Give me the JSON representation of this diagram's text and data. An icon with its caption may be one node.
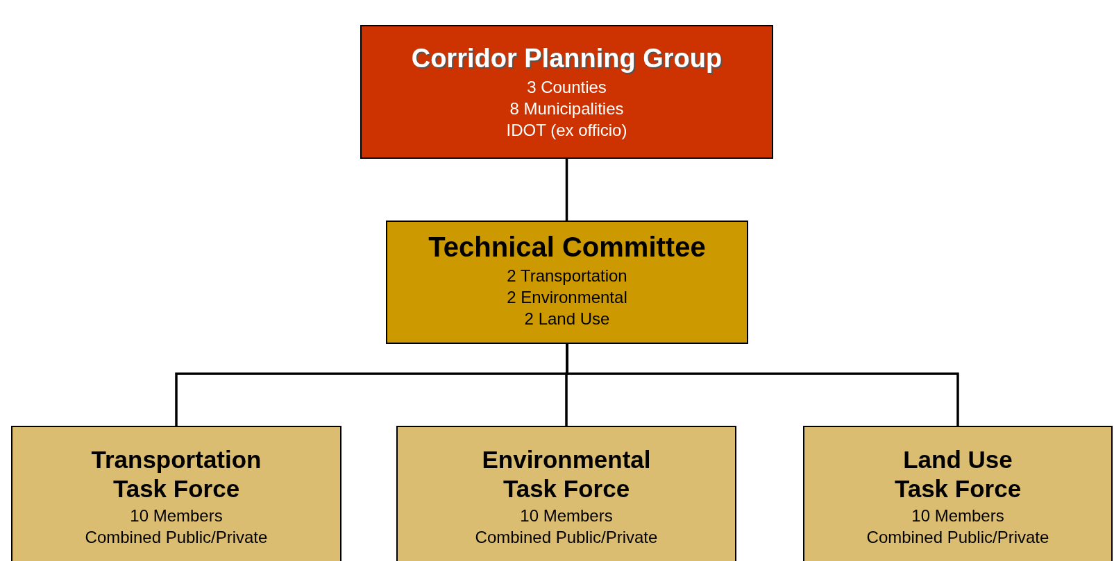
{
  "diagram": {
    "nodes": [
      {
        "text": [
          "Corridor Planning Group",
          "3 Counties",
          "8 Municipalities",
          "IDOT (ex officio)"
        ]
      },
      {
        "text": [
          "Technical Committee",
          "2 Transportation",
          "2 Environmental",
          "2 Land Use"
        ]
      },
      {
        "text": [
          "Transportation Task Force",
          "10 Members",
          "Combined Public/Private"
        ]
      },
      {
        "text": [
          "Environmental Task Force",
          "10 Members",
          "Combined Public/Private"
        ]
      },
      {
        "text": [
          "Land Use Task Force",
          "10 Members",
          "Combined Public/Private"
        ]
      }
    ],
    "edges": [
      {
        "from": 0,
        "to": 1,
        "arrow": "none"
      },
      {
        "from": 1,
        "to": 2,
        "arrow": "none"
      },
      {
        "from": 1,
        "to": 3,
        "arrow": "none"
      },
      {
        "from": 1,
        "to": 4,
        "arrow": "none"
      }
    ]
  }
}
